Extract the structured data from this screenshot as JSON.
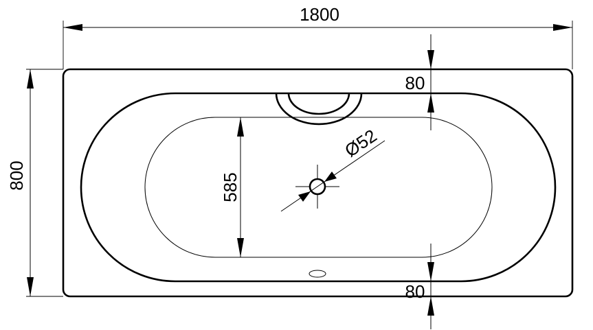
{
  "dimensions": {
    "overall_length": "1800",
    "overall_width": "800",
    "inner_basin_width": "585",
    "drain_diameter": "Ø52",
    "rim_top": "80",
    "rim_bottom": "80"
  },
  "colors": {
    "line": "#000000",
    "background": "#ffffff"
  }
}
